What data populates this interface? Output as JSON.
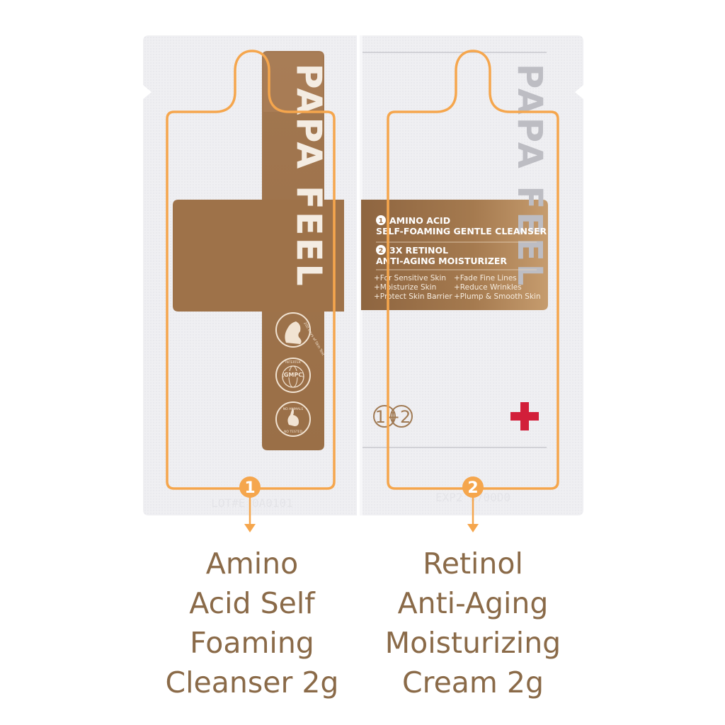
{
  "brand": "PAPA FEEL",
  "colors": {
    "packet": "#f1f1f3",
    "bronze": "#9c7047",
    "bronze_light": "#c49a6c",
    "outline_orange": "#f5a64d",
    "caption": "#8a6a48",
    "medical_cross": "#d21f3a"
  },
  "label": {
    "item1_number": "1",
    "item1_line1": "AMINO ACID",
    "item1_line2": "SELF-FOAMING GENTLE CLEANSER",
    "item2_number": "2",
    "item2_line1": "3X RETINOL",
    "item2_line2": "ANTI-AGING MOISTURIZER",
    "benefits_left": [
      "+For Sensitive Skin",
      "+Moisturize Skin",
      "+Protect Skin Barrier"
    ],
    "benefits_right": [
      "+Fade Fine Lines",
      "+Reduce Wrinkles",
      "+Plump & Smooth Skin"
    ]
  },
  "badges": [
    {
      "icon": "face-profile-icon",
      "text": "200 Days of Skin Test"
    },
    {
      "icon": "gmpc-globe-icon",
      "top": "INTERTEK",
      "center": "GMPC"
    },
    {
      "icon": "bunny-icon",
      "top": "NO ANIMALS",
      "bottom": "NO TESTED"
    }
  ],
  "combo_badge": "1+2",
  "emboss_left": "LOT#E 0A0101",
  "emboss_right": "EXP2 0700D0",
  "markers": [
    {
      "number": "1",
      "caption_lines": [
        "Amino",
        "Acid Self",
        "Foaming",
        "Cleanser 2g"
      ]
    },
    {
      "number": "2",
      "caption_lines": [
        "Retinol",
        "Anti-Aging",
        "Moisturizing",
        "Cream 2g"
      ]
    }
  ]
}
